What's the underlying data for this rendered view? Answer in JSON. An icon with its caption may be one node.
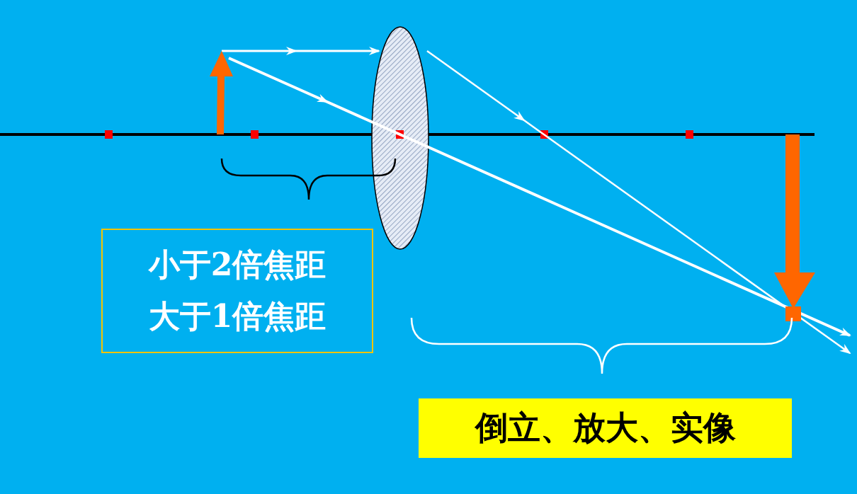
{
  "diagram": {
    "nodes": [
      {
        "text": [
          "小于2倍焦距",
          "大于1倍焦距"
        ]
      },
      {
        "text": [
          "倒立、放大、实像"
        ]
      }
    ]
  }
}
